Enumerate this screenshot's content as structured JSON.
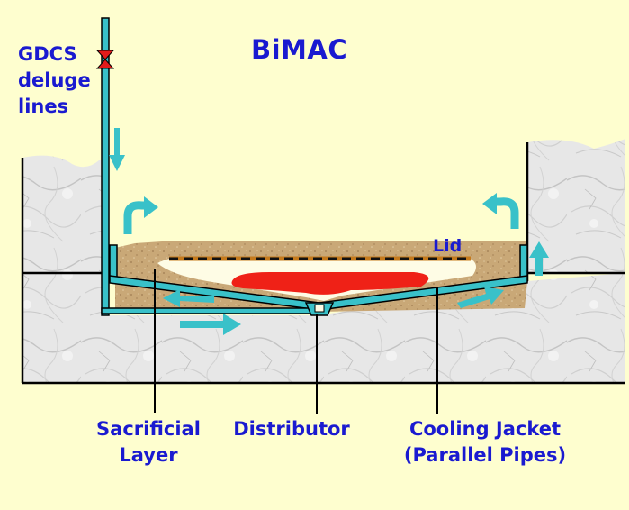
{
  "title": "BiMAC",
  "labels": {
    "gdcs": [
      "GDCS",
      "deluge",
      "lines"
    ],
    "lid": "Lid",
    "sacrificial": [
      "Sacrificial",
      "Layer"
    ],
    "distributor": "Distributor",
    "cooling": [
      "Cooling Jacket",
      "(Parallel Pipes)"
    ]
  },
  "colors": {
    "background": "#fefecf",
    "label": "#1a1ad0",
    "pipe": "#39c1c9",
    "melt": "#ef2117",
    "sand": "#c9a877",
    "concrete": "#e6e6e6"
  }
}
